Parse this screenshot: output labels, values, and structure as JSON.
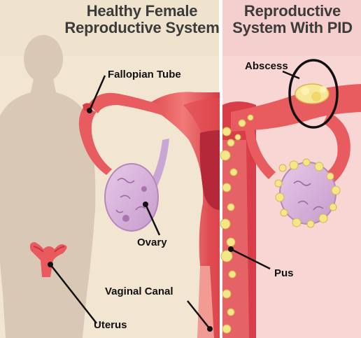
{
  "left_panel": {
    "title_line1": "Healthy Female",
    "title_line2": "Reproductive System"
  },
  "right_panel": {
    "title_line1": "Reproductive",
    "title_line2": "System With PID"
  },
  "labels": {
    "fallopian_tube": "Fallopian Tube",
    "ovary": "Ovary",
    "vaginal_canal": "Vaginal Canal",
    "uterus": "Uterus",
    "abscess": "Abscess",
    "pus": "Pus"
  },
  "colors": {
    "left_background": "#f1e7d6",
    "right_background": "#f6d8d6",
    "silhouette": "#d7c7b4",
    "tissue": "#e65a5c",
    "tissue_dark": "#c83a44",
    "ovary": "#d9b4dc",
    "pus": "#f5e88a",
    "divider": "#ffffff"
  }
}
